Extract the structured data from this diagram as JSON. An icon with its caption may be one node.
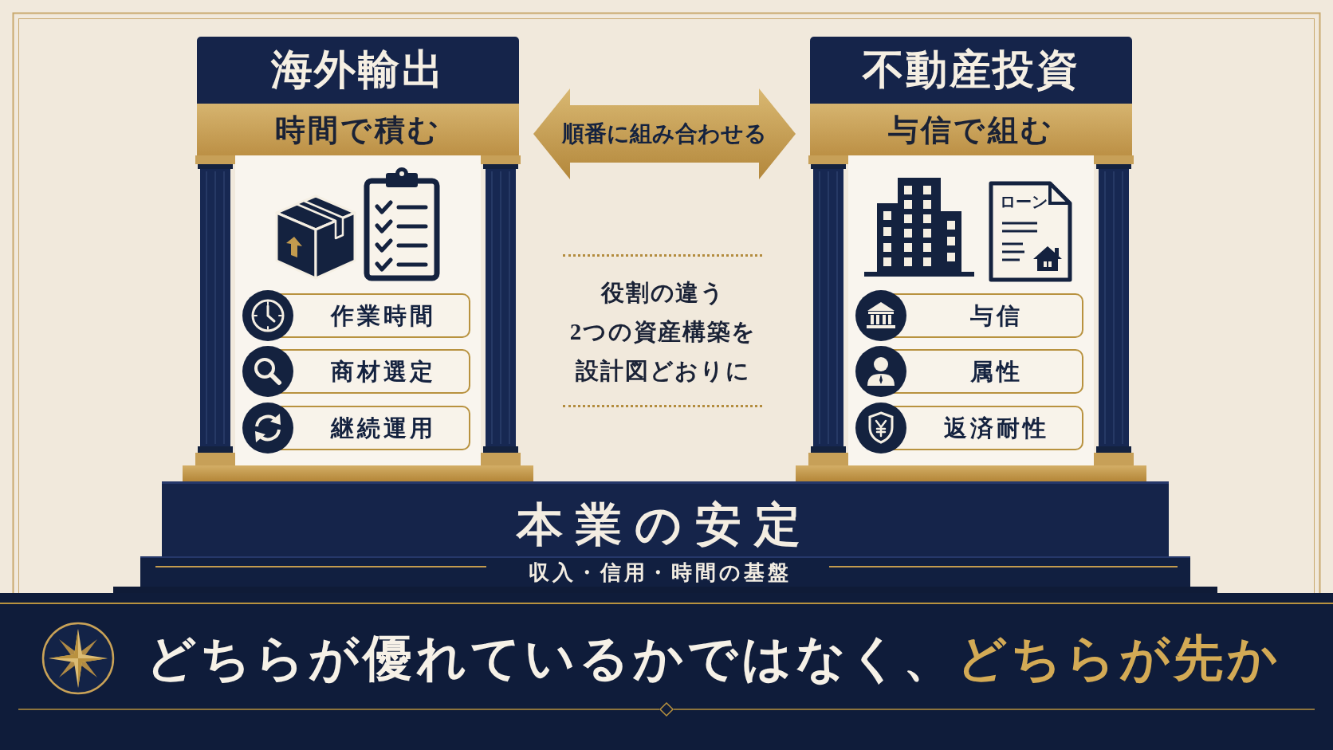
{
  "diagram": {
    "nodes": [
      {
        "text": [
          "海外輸出",
          "時間で積む"
        ]
      },
      {
        "text": [
          "作業時間"
        ],
        "in": 0
      },
      {
        "text": [
          "商材選定"
        ],
        "in": 0
      },
      {
        "text": [
          "継続運用"
        ],
        "in": 0
      },
      {
        "text": [
          "不動産投資",
          "与信で組む"
        ]
      },
      {
        "text": [
          "与信"
        ],
        "in": 4
      },
      {
        "text": [
          "属性"
        ],
        "in": 4
      },
      {
        "text": [
          "返済耐性"
        ],
        "in": 4
      },
      {
        "text": [
          "本業の安定",
          "収入・信用・時間の基盤"
        ]
      }
    ],
    "edges": [
      {
        "from": 0,
        "to": 4,
        "arrow": "both",
        "label": "順番に組み合わせる"
      }
    ],
    "labels": [
      "ローン",
      "役割の違う2つの資産構築を設計図どおりに"
    ],
    "caption": "どちらが優れているかではなく、**どちらが先か**"
  }
}
